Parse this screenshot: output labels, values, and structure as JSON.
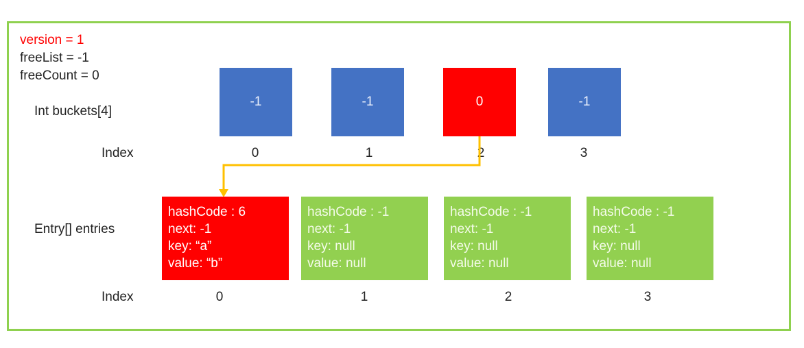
{
  "header": {
    "version": "version = 1",
    "freeList": "freeList = -1",
    "freeCount": "freeCount = 0"
  },
  "buckets": {
    "label": "Int buckets[4]",
    "index_label": "Index",
    "values": [
      "-1",
      "-1",
      "0",
      "-1"
    ],
    "indices": [
      "0",
      "1",
      "2",
      "3"
    ],
    "highlighted": 2
  },
  "entries": {
    "label": "Entry[] entries",
    "index_label": "Index",
    "items": [
      {
        "hashCode": "hashCode : 6",
        "next": "next: -1",
        "key": "key: “a”",
        "value": "value: “b”"
      },
      {
        "hashCode": "hashCode : -1",
        "next": "next: -1",
        "key": "key: null",
        "value": "value: null"
      },
      {
        "hashCode": "hashCode : -1",
        "next": "next: -1",
        "key": "key: null",
        "value": "value: null"
      },
      {
        "hashCode": "hashCode : -1",
        "next": "next: -1",
        "key": "key: null",
        "value": "value: null"
      }
    ],
    "indices": [
      "0",
      "1",
      "2",
      "3"
    ],
    "highlighted": 0
  },
  "colors": {
    "frame": "#8fd14f",
    "bucket": "#4472c4",
    "entry": "#92d050",
    "highlight": "#ff0000",
    "arrow": "#ffc000",
    "version_text": "#ff0000"
  }
}
